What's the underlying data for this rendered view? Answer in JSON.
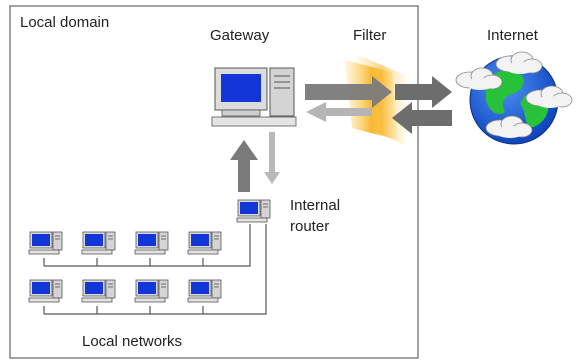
{
  "labels": {
    "local_domain": "Local domain",
    "gateway": "Gateway",
    "filter": "Filter",
    "internet": "Internet",
    "internal_router_line1": "Internal",
    "internal_router_line2": "router",
    "local_networks": "Local networks"
  },
  "icons": [
    "computer-icon",
    "globe-icon",
    "cloud-icon",
    "filter-icon",
    "arrow-icon"
  ],
  "colors": {
    "screen": "#1236d8",
    "globe_ocean": "#1a5fd8",
    "globe_land": "#27c23a",
    "filter": "#f7b21a",
    "arrow_dark": "#7a7a7a",
    "arrow_light": "#b8b8b8",
    "border": "#666666"
  }
}
